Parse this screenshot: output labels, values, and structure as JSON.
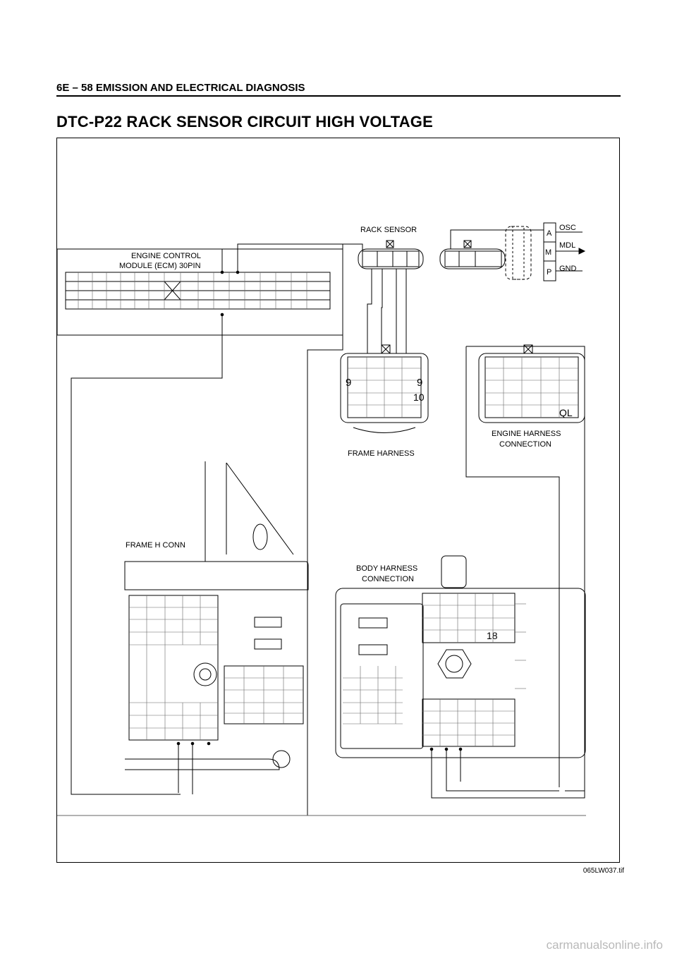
{
  "header": {
    "section": "6E – 58  EMISSION AND ELECTRICAL DIAGNOSIS"
  },
  "page_title": "DTC-P22 RACK SENSOR CIRCUIT HIGH VOLTAGE",
  "diagram": {
    "ecm_label_line1": "ENGINE CONTROL",
    "ecm_label_line2": "MODULE (ECM) 30PIN",
    "rack_sensor_label": "RACK SENSOR",
    "scope_a": "A",
    "scope_m": "M",
    "scope_p": "P",
    "scope_osc": "OSC",
    "scope_mdl": "MDL",
    "scope_gnd": "GND",
    "frame_harness_label": "FRAME HARNESS",
    "frame_pin_left": "9",
    "frame_pin_right": "9",
    "frame_pin_10": "10",
    "engine_harness_line1": "ENGINE HARNESS",
    "engine_harness_line2": "CONNECTION",
    "engine_ql": "QL",
    "frame_h_conn_label": "FRAME H CONN",
    "body_harness_line1": "BODY HARNESS",
    "body_harness_line2": "CONNECTION",
    "body_pin_18": "18"
  },
  "figure_id": "065LW037.tif",
  "watermark": "carmanualsonline.info"
}
